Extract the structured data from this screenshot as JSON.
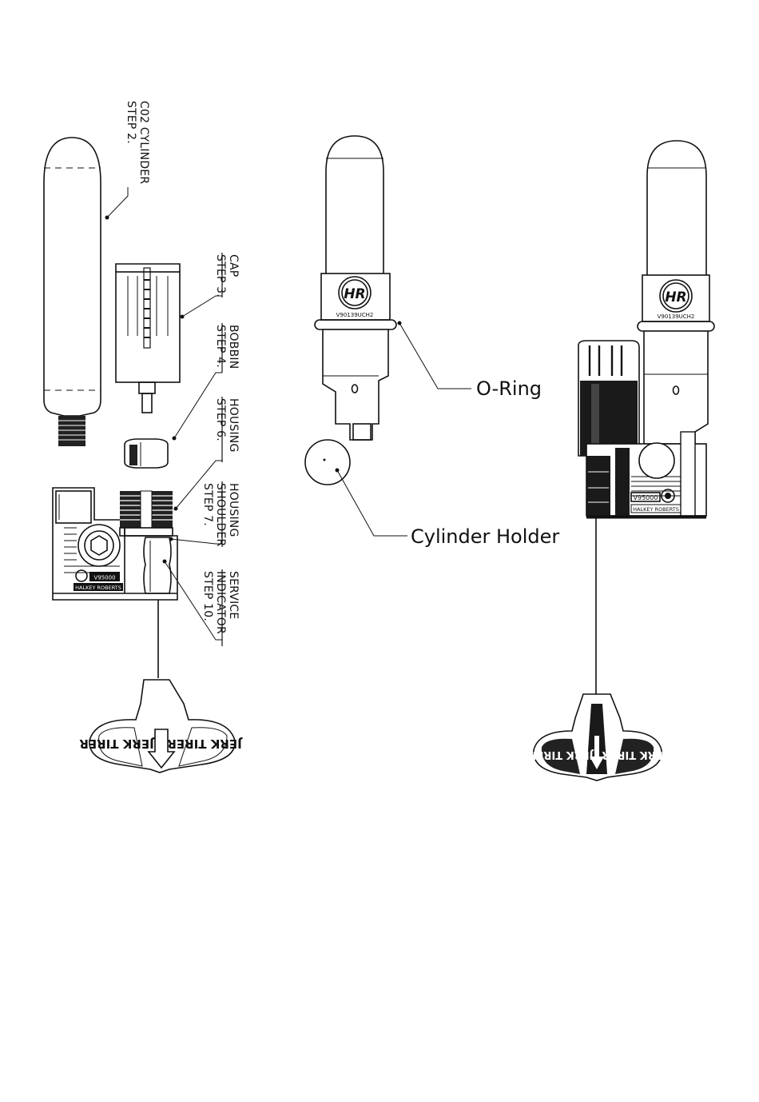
{
  "exploded_labels": [
    {
      "id": "co2-cylinder",
      "lines": [
        "C02 CYLINDER",
        "STEP 2."
      ]
    },
    {
      "id": "cap",
      "lines": [
        "CAP",
        "STEP 3."
      ]
    },
    {
      "id": "bobbin",
      "lines": [
        "BOBBIN",
        "STEP 4."
      ]
    },
    {
      "id": "housing",
      "lines": [
        "HOUSING",
        "STEP 6."
      ]
    },
    {
      "id": "housing-shoulder",
      "lines": [
        "HOUSING",
        "SHOULDER",
        "STEP 7."
      ]
    },
    {
      "id": "service-indicator",
      "lines": [
        "SERVICE",
        "INDICATOR",
        "STEP 10."
      ]
    }
  ],
  "callouts": {
    "o_ring": "O-Ring",
    "cylinder_holder": "Cylinder Holder"
  },
  "product_marks": {
    "logo_letters": "HR",
    "part_code": "V90139UCH2",
    "model_code": "V95000",
    "brand": "HALKEY ROBERTS",
    "brand_small": "HALKEY ROBERTS",
    "model_small": "V95000",
    "handle_text": "JERK TIRER"
  }
}
